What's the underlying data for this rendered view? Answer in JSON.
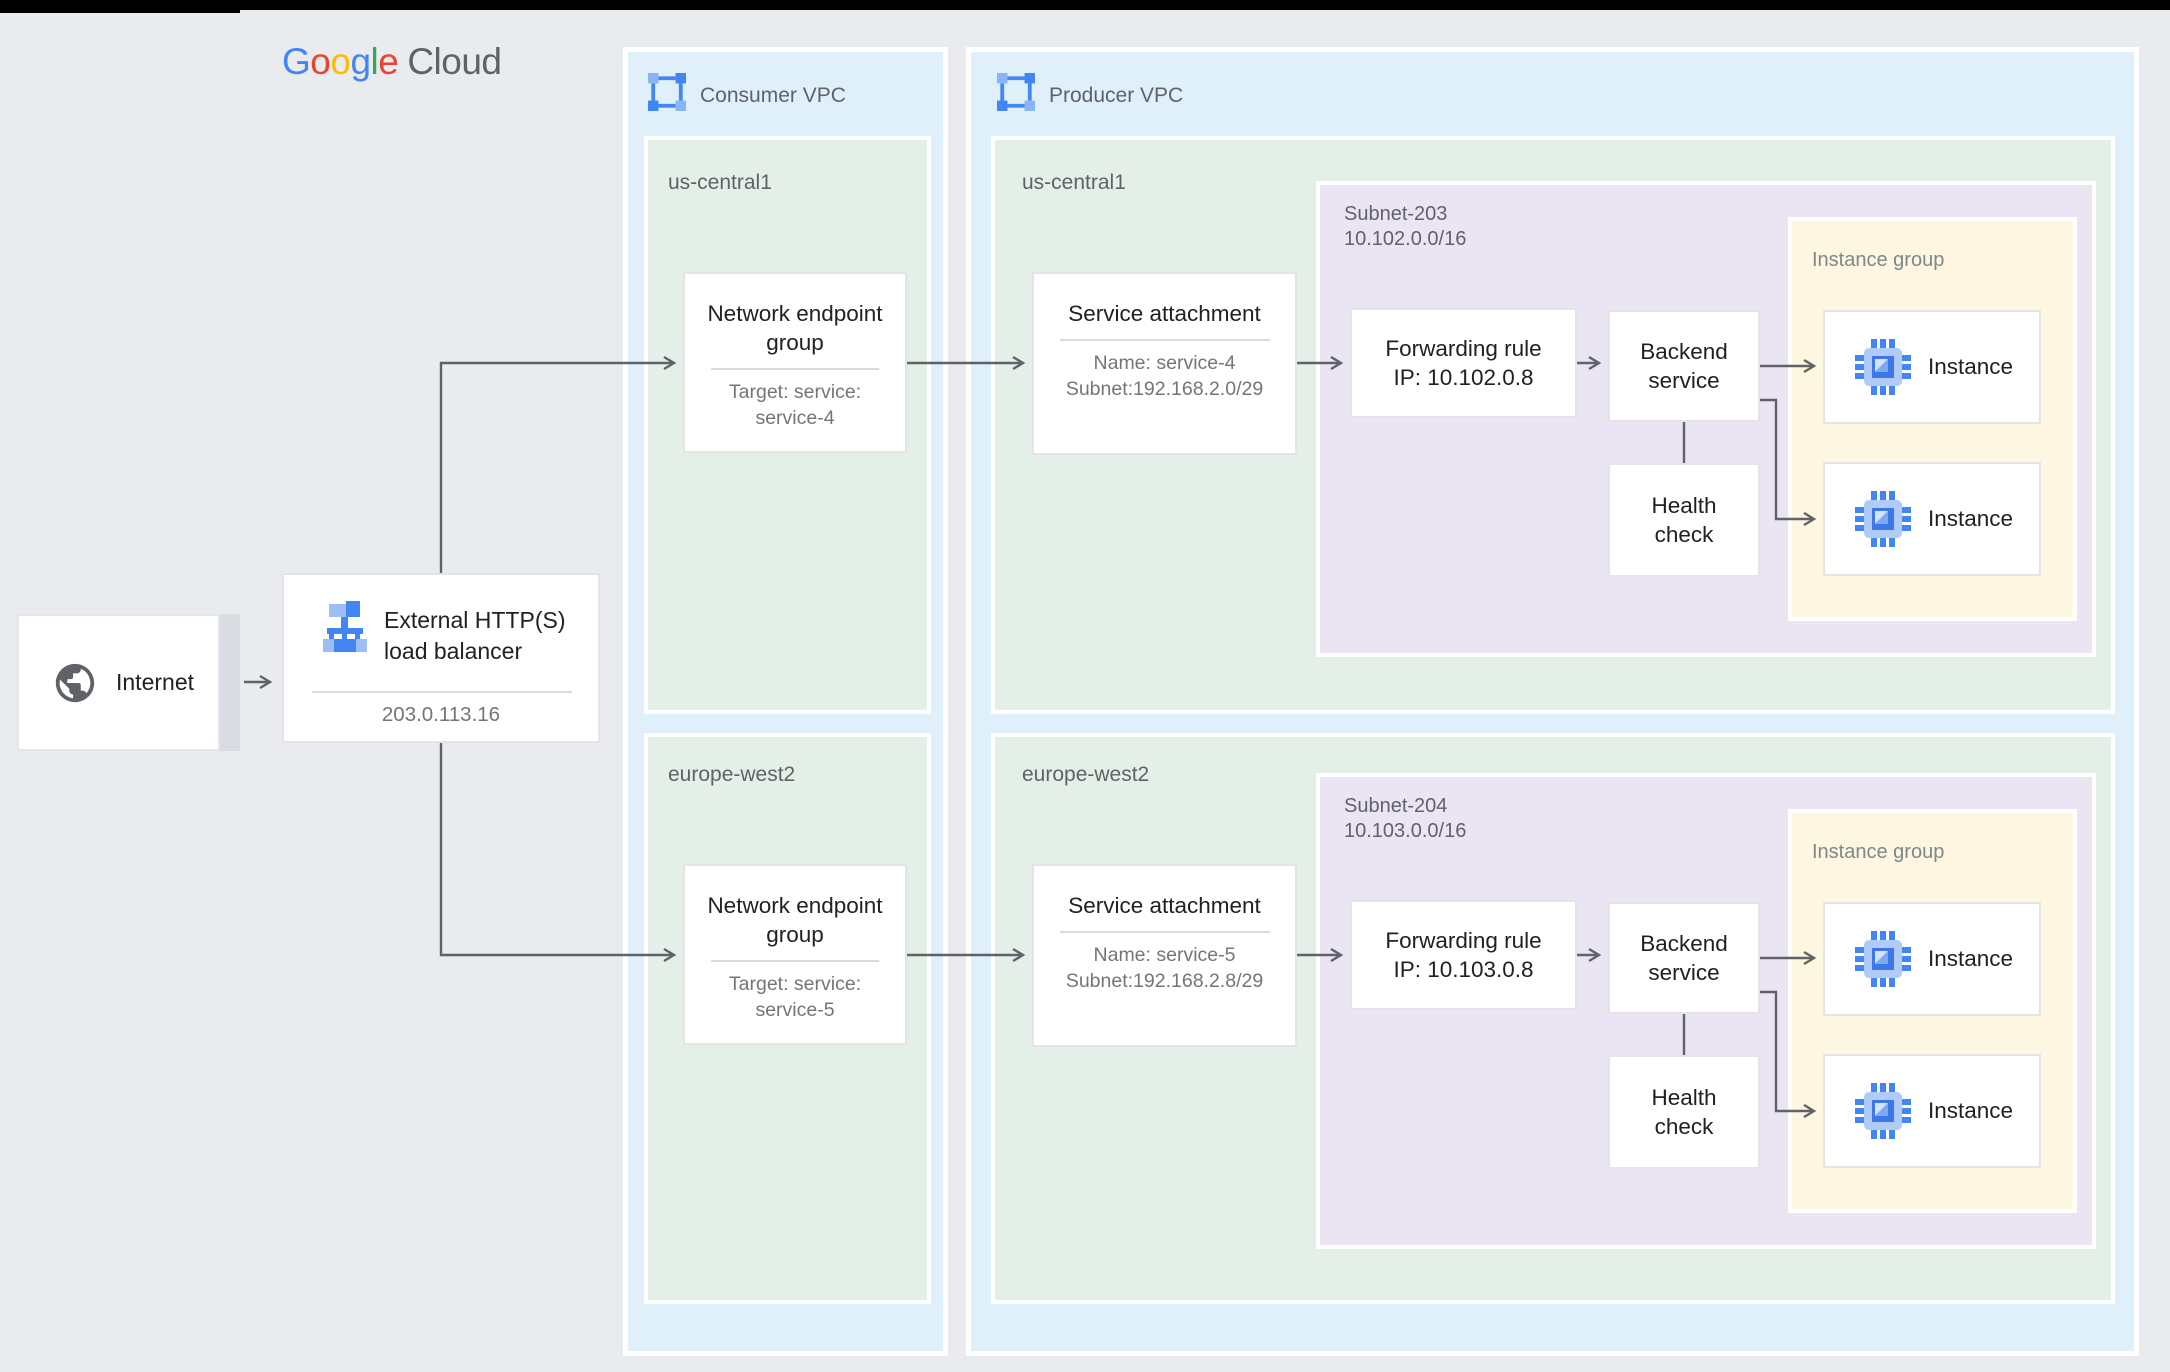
{
  "logo": {
    "letters": [
      "G",
      "o",
      "o",
      "g",
      "l",
      "e"
    ],
    "suffix": "Cloud"
  },
  "internet": {
    "label": "Internet"
  },
  "load_balancer": {
    "title": "External HTTP(S) load balancer",
    "ip": "203.0.113.16"
  },
  "consumer_vpc": {
    "label": "Consumer VPC",
    "regions": [
      {
        "name": "us-central1",
        "neg": {
          "title": "Network endpoint group",
          "target_line1": "Target: service:",
          "target_line2": "service-4"
        }
      },
      {
        "name": "europe-west2",
        "neg": {
          "title": "Network endpoint group",
          "target_line1": "Target: service:",
          "target_line2": "service-5"
        }
      }
    ]
  },
  "producer_vpc": {
    "label": "Producer VPC",
    "regions": [
      {
        "name": "us-central1",
        "service_attachment": {
          "title": "Service attachment",
          "name_line": "Name: service-4",
          "subnet_line": "Subnet:192.168.2.0/29"
        },
        "subnet": {
          "name": "Subnet-203",
          "cidr": "10.102.0.0/16"
        },
        "forwarding_rule": {
          "title": "Forwarding rule",
          "ip_line": "IP: 10.102.0.8"
        },
        "backend_service": "Backend service",
        "health_check": "Health check",
        "instance_group_label": "Instance group",
        "instances": [
          "Instance",
          "Instance"
        ]
      },
      {
        "name": "europe-west2",
        "service_attachment": {
          "title": "Service attachment",
          "name_line": "Name: service-5",
          "subnet_line": "Subnet:192.168.2.8/29"
        },
        "subnet": {
          "name": "Subnet-204",
          "cidr": "10.103.0.0/16"
        },
        "forwarding_rule": {
          "title": "Forwarding rule",
          "ip_line": "IP: 10.103.0.8"
        },
        "backend_service": "Backend service",
        "health_check": "Health check",
        "instance_group_label": "Instance group",
        "instances": [
          "Instance",
          "Instance"
        ]
      }
    ]
  },
  "palette": {
    "page_bg": "#e9ebee",
    "vpc_fill": "#dff0fa",
    "region_fill": "#e3efe7",
    "subnet_fill": "#ebe4f3",
    "instance_group_fill": "#fdf7e1",
    "connector": "#5f6368",
    "text_primary": "#202124",
    "text_secondary": "#757575",
    "label_gray": "#5f6368",
    "google_blue": "#4285F4",
    "google_red": "#EA4335",
    "google_yellow": "#FBBC05",
    "google_green": "#34A853"
  }
}
